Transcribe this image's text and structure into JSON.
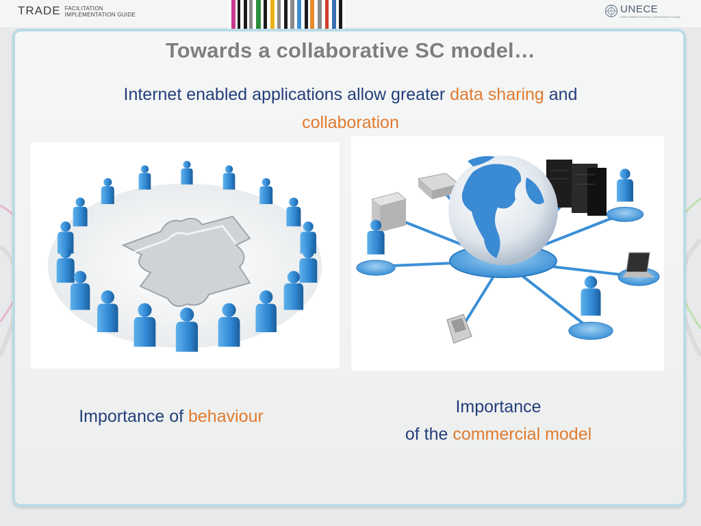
{
  "header": {
    "brand_word": "TRADE",
    "brand_sub_line1": "FACILITATION",
    "brand_sub_line2": "IMPLEMENTATION GUIDE",
    "org_name": "UNECE",
    "org_tagline": "United Nations Economic Commission for Europe",
    "stripe_colors": [
      "#ffffff",
      "#c83a8e",
      "#ffffff",
      "#1a1a1a",
      "#ffffff",
      "#1a1a1a",
      "#ffffff",
      "#8a8a8a",
      "#ffffff",
      "#2d8c3c",
      "#ffffff",
      "#1a1a1a",
      "#ffffff",
      "#e9b417",
      "#ffffff",
      "#8a8a8a",
      "#ffffff",
      "#1a1a1a",
      "#ffffff",
      "#8a8a8a",
      "#ffffff",
      "#3f8fd0",
      "#ffffff",
      "#1a1a1a",
      "#ffffff",
      "#e88a2a",
      "#ffffff",
      "#8a8a8a",
      "#ffffff",
      "#d23a2a",
      "#ffffff",
      "#3a6fb3",
      "#ffffff",
      "#1a1a1a",
      "#ffffff"
    ]
  },
  "slide": {
    "title": "Towards a collaborative SC model…",
    "subtitle_part1": "Internet enabled applications allow greater ",
    "subtitle_hl1": "data sharing",
    "subtitle_part2": " and",
    "subtitle_hl2": "collaboration",
    "left_image_icon": "people-circle-puzzle-icon",
    "right_image_icon": "globe-network-icon",
    "caption_left_part1": "Importance of ",
    "caption_left_hl": "behaviour",
    "caption_right_line1": "Importance",
    "caption_right_part1": "of the ",
    "caption_right_hl": "commercial model"
  },
  "colors": {
    "text_blue": "#233e7a",
    "highlight_orange": "#e07b2e",
    "title_gray": "#7f7f7f",
    "panel_border": "#b9dbe6",
    "figure_blue": "#2f86d1"
  }
}
